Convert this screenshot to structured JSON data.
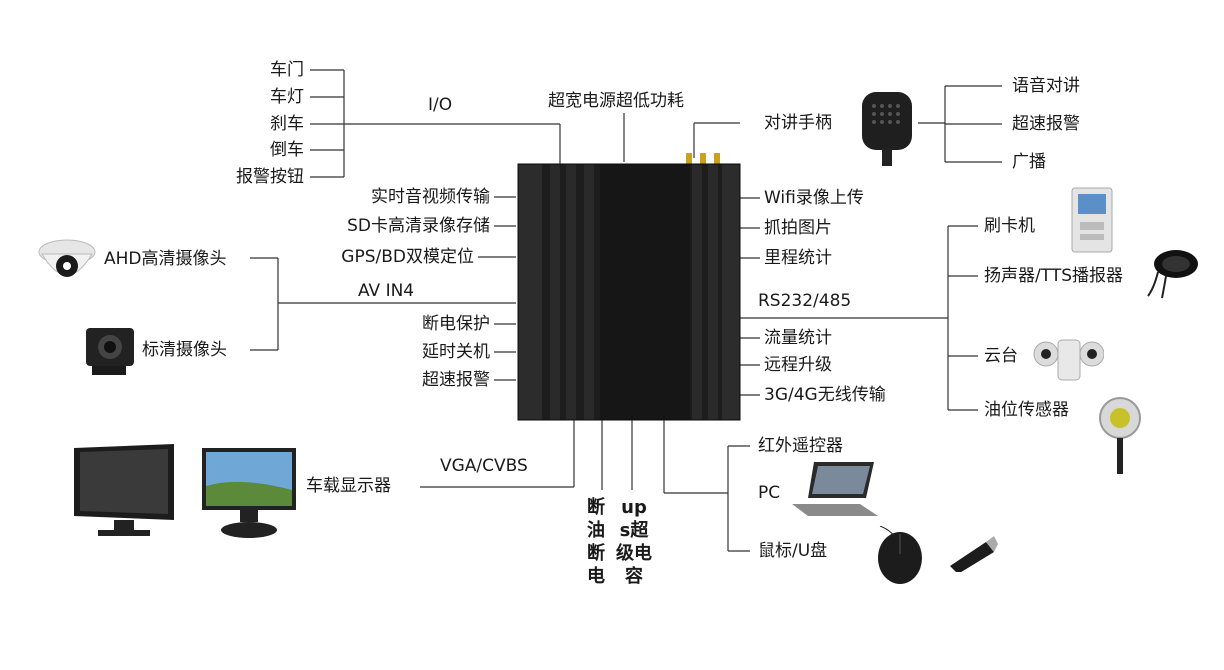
{
  "io_inputs": [
    "车门",
    "车灯",
    "刹车",
    "倒车",
    "报警按钮"
  ],
  "io_label": "I/O",
  "top_power": "超宽电源超低功耗",
  "left_features": [
    "实时音视频传输",
    "SD卡高清录像存储",
    "GPS/BD双模定位"
  ],
  "cameras": {
    "ahd": "AHD高清摄像头",
    "sd": "标清摄像头"
  },
  "av_label": "AV IN4",
  "left_features2": [
    "断电保护",
    "延时关机",
    "超速报警"
  ],
  "intercom": {
    "label": "对讲手柄",
    "functions": [
      "语音对讲",
      "超速报警",
      "广播"
    ]
  },
  "right_features": [
    "Wifi录像上传",
    "抓拍图片",
    "里程统计"
  ],
  "rs_label": "RS232/485",
  "rs_devices": [
    "刷卡机",
    "扬声器/TTS播报器",
    "云台",
    "油位传感器"
  ],
  "right_features2": [
    "流量统计",
    "远程升级",
    "3G/4G无线传输"
  ],
  "display": {
    "label": "车载显示器",
    "port": "VGA/CVBS"
  },
  "bottom": {
    "fuel_cut": "断油断电",
    "ups": "ups超级电容"
  },
  "bottom_right": [
    "红外遥控器",
    "PC",
    "鼠标/U盘"
  ]
}
